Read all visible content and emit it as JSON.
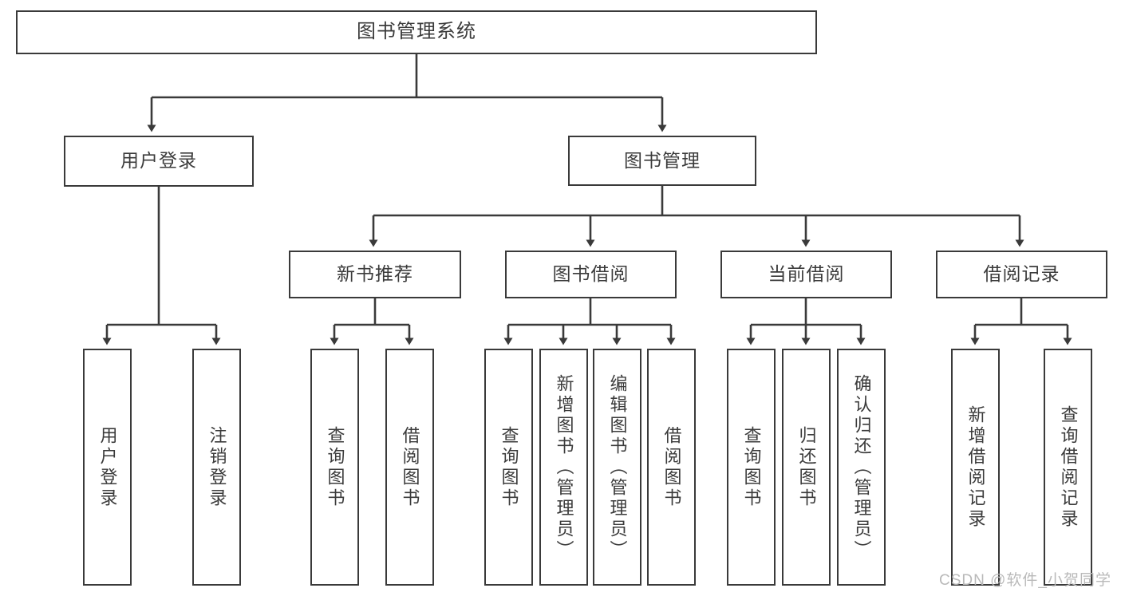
{
  "diagram": {
    "title": "图书管理系统",
    "type": "tree",
    "watermark": "CSDN @软件_小贺同学",
    "colors": {
      "box_border": "#3a3a3a",
      "box_fill": "#ffffff",
      "connector": "#3a3a3a",
      "text": "#3b3b3b",
      "watermark": "#b9b9b9",
      "background": "#ffffff"
    },
    "root": {
      "label": "图书管理系统"
    },
    "level2": [
      {
        "id": "user-login",
        "label": "用户登录"
      },
      {
        "id": "book-manage",
        "label": "图书管理"
      }
    ],
    "level3": [
      {
        "id": "new-book-recommend",
        "label": "新书推荐"
      },
      {
        "id": "book-borrow",
        "label": "图书借阅"
      },
      {
        "id": "current-borrow",
        "label": "当前借阅"
      },
      {
        "id": "borrow-record",
        "label": "借阅记录"
      }
    ],
    "leaves": {
      "user_login": [
        {
          "id": "leaf-user-login",
          "label": "用户登录"
        },
        {
          "id": "leaf-user-logout",
          "label": "注销登录"
        }
      ],
      "new_book_recommend": [
        {
          "id": "leaf-query-book-1",
          "label": "查询图书"
        },
        {
          "id": "leaf-borrow-book-1",
          "label": "借阅图书"
        }
      ],
      "book_borrow": [
        {
          "id": "leaf-query-book-2",
          "label": "查询图书"
        },
        {
          "id": "leaf-add-book",
          "label": "新增图书（管理员）"
        },
        {
          "id": "leaf-edit-book",
          "label": "编辑图书（管理员）"
        },
        {
          "id": "leaf-borrow-book-2",
          "label": "借阅图书"
        }
      ],
      "current_borrow": [
        {
          "id": "leaf-query-book-3",
          "label": "查询图书"
        },
        {
          "id": "leaf-return-book",
          "label": "归还图书"
        },
        {
          "id": "leaf-confirm-return",
          "label": "确认归还（管理员）"
        }
      ],
      "borrow_record": [
        {
          "id": "leaf-add-record",
          "label": "新增借阅记录"
        },
        {
          "id": "leaf-query-record",
          "label": "查询借阅记录"
        }
      ]
    }
  }
}
